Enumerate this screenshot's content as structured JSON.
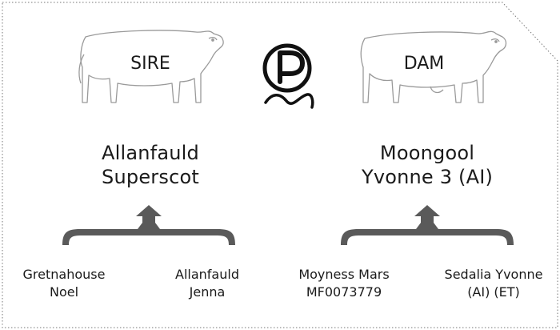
{
  "sire": {
    "label": "SIRE",
    "name_line1": "Allanfauld",
    "name_line2": "Superscot",
    "parents": [
      {
        "line1": "Gretnahouse",
        "line2": "Noel"
      },
      {
        "line1": "Allanfauld",
        "line2": "Jenna"
      }
    ]
  },
  "dam": {
    "label": "DAM",
    "name_line1": "Moongool",
    "name_line2": "Yvonne 3 (AI)",
    "parents": [
      {
        "line1": "Moyness Mars",
        "line2": "MF0073779"
      },
      {
        "line1": "Sedalia Yvonne",
        "line2": "(AI) (ET)"
      }
    ]
  },
  "badge": {
    "letter": "P",
    "icon": "polled-icon"
  },
  "colors": {
    "line": "#555555",
    "text": "#1a1a1a",
    "cow_outline": "#999999"
  }
}
